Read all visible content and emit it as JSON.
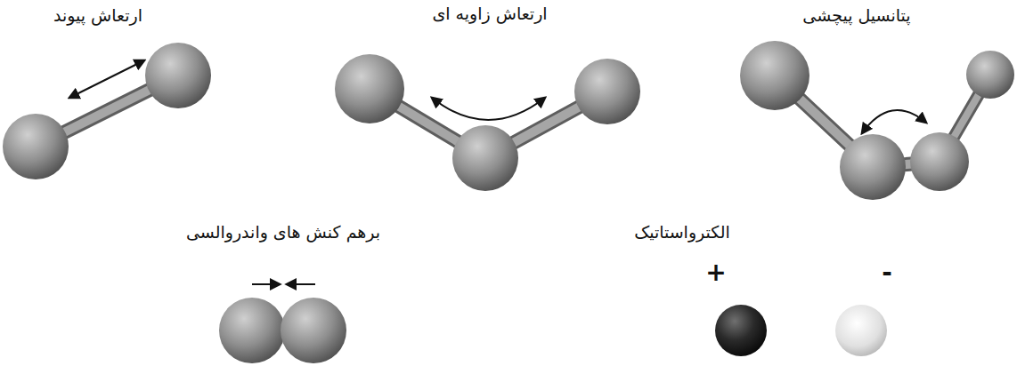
{
  "diagram": {
    "labels": [
      "ارتعاش پیوند",
      "ارتعاش زاویه ای",
      "پتانسیل پیچشی",
      "برهم کنش های واندروالسی",
      "الکترواستاتیک",
      "+",
      "-"
    ]
  }
}
